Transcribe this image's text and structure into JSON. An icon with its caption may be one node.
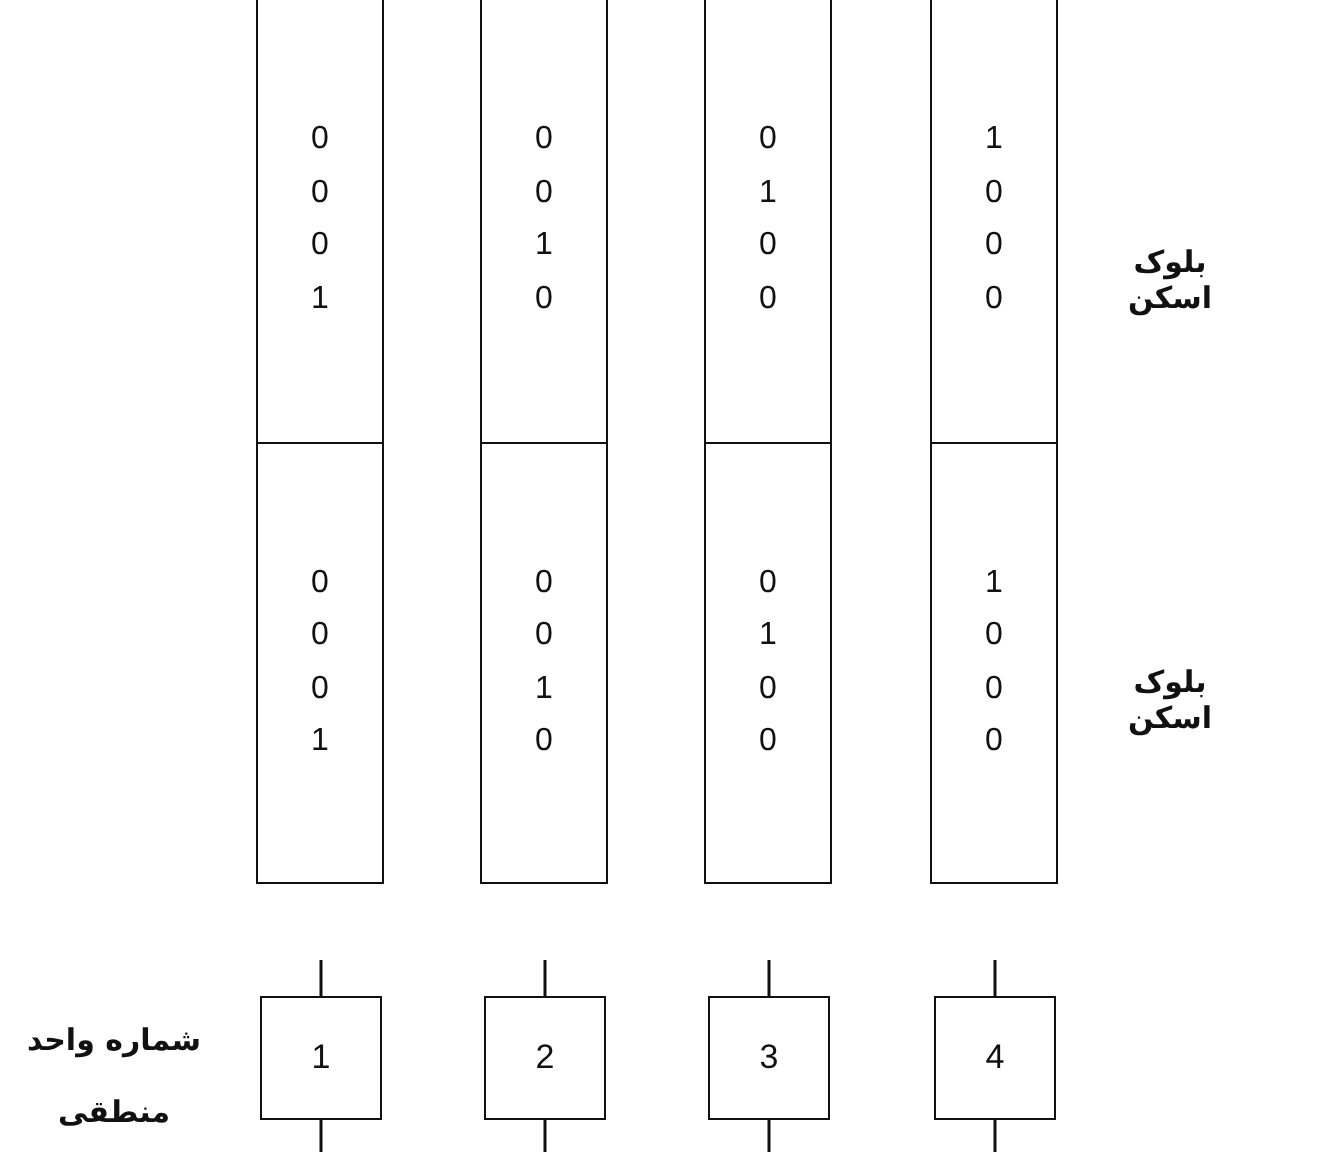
{
  "diagram": {
    "nodes": [
      {
        "text": [
          "0 0 0 1"
        ]
      },
      {
        "text": [
          "0 0 1 0"
        ]
      },
      {
        "text": [
          "0 1 0 0"
        ]
      },
      {
        "text": [
          "1 0 0 0"
        ]
      },
      {
        "text": [
          "0 0 0 1"
        ]
      },
      {
        "text": [
          "0 0 1 0"
        ]
      },
      {
        "text": [
          "0 1 0 0"
        ]
      },
      {
        "text": [
          "1 0 0 0"
        ]
      },
      {
        "text": [
          "1"
        ]
      },
      {
        "text": [
          "2"
        ]
      },
      {
        "text": [
          "3"
        ]
      },
      {
        "text": [
          "4"
        ]
      }
    ],
    "labels": [
      "بلوک اسکن",
      "بلوک اسکن",
      "شماره واحد منطقی"
    ]
  }
}
